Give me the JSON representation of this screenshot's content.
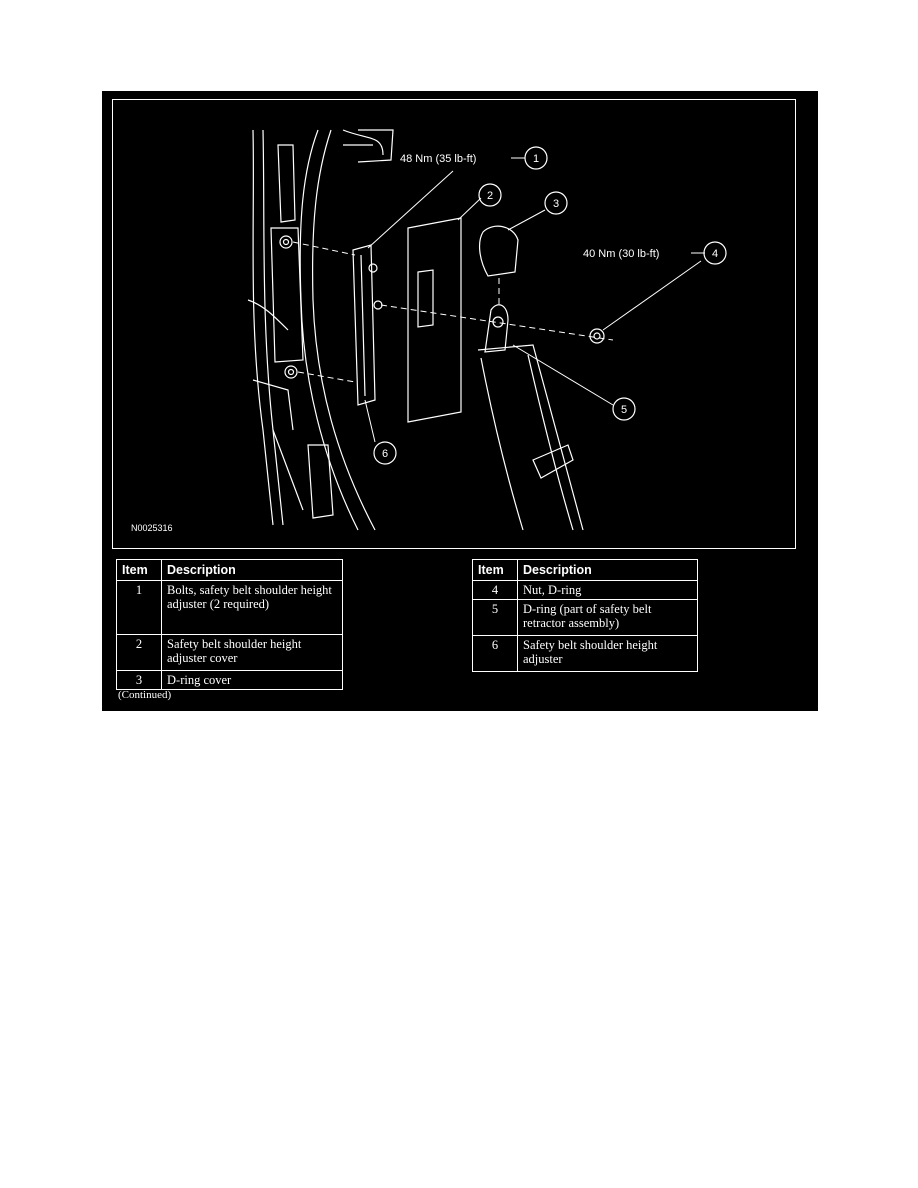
{
  "figure": {
    "reference_code": "N0025316",
    "torque_specs": {
      "item1": "48 Nm (35 lb-ft)",
      "item4": "40 Nm (30 lb-ft)"
    },
    "callouts": [
      "1",
      "2",
      "3",
      "4",
      "5",
      "6"
    ]
  },
  "legend": {
    "headers": {
      "item": "Item",
      "description": "Description"
    },
    "left_rows": [
      {
        "item": "1",
        "description": "Bolts, safety belt shoulder height adjuster (2 required)"
      },
      {
        "item": "2",
        "description": "Safety belt shoulder height adjuster cover"
      },
      {
        "item": "3",
        "description": "D-ring cover"
      }
    ],
    "right_rows": [
      {
        "item": "4",
        "description": "Nut, D-ring"
      },
      {
        "item": "5",
        "description": "D-ring (part of safety belt retractor assembly)"
      },
      {
        "item": "6",
        "description": "Safety belt shoulder height adjuster"
      }
    ],
    "continued": "(Continued)"
  }
}
